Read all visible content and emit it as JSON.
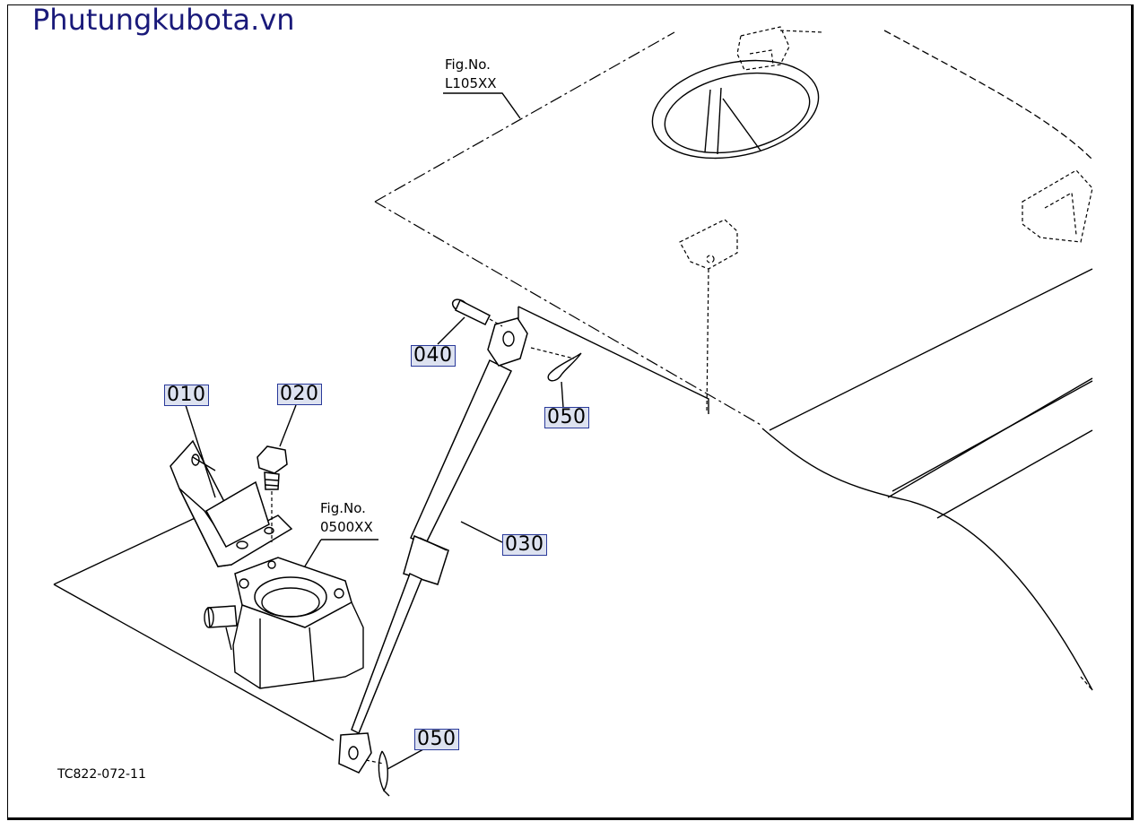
{
  "watermark": "Phutungkubota.vn",
  "drawing_code": "TC822-072-11",
  "figure_refs": [
    {
      "line1": "Fig.No.",
      "line2": "L105XX"
    },
    {
      "line1": "Fig.No.",
      "line2": "0500XX"
    }
  ],
  "callouts": {
    "c010": "010",
    "c020": "020",
    "c030": "030",
    "c040": "040",
    "c050a": "050",
    "c050b": "050"
  }
}
